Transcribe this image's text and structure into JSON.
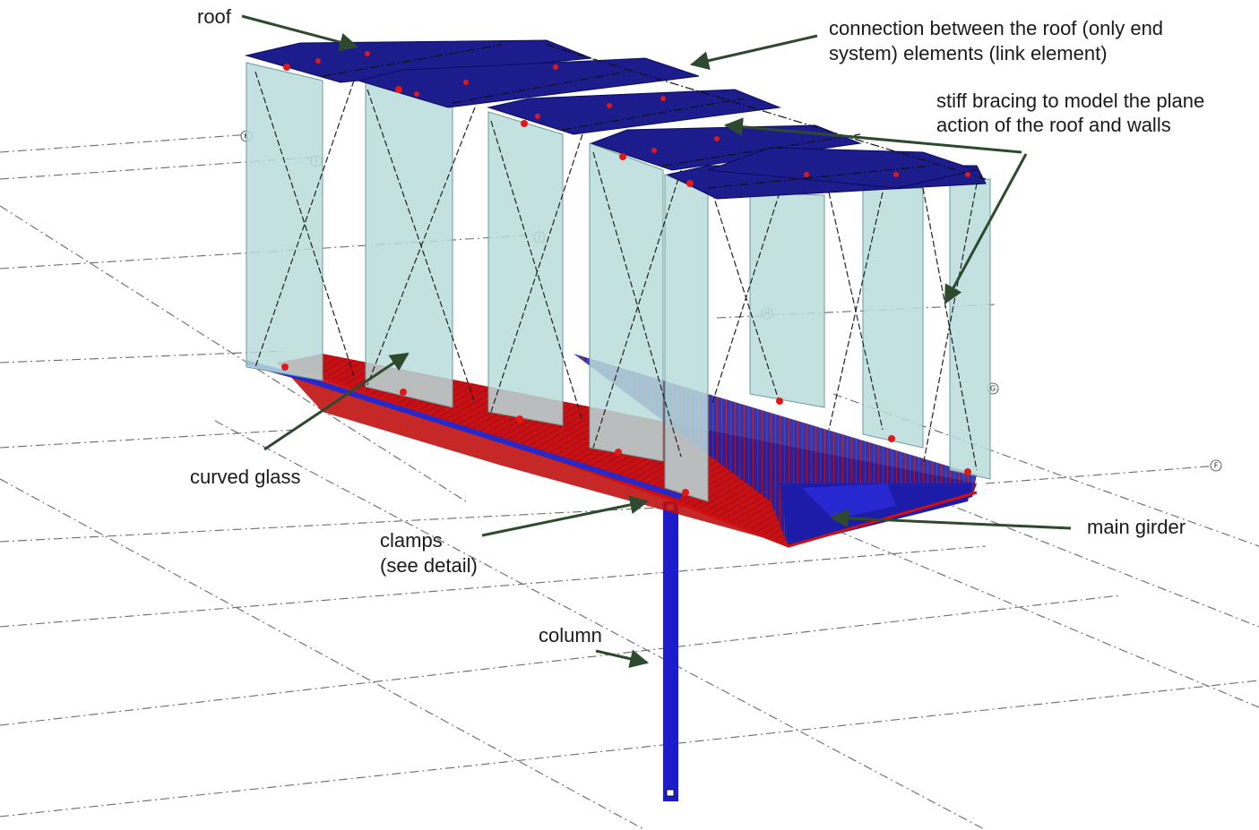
{
  "labels": {
    "roof": "roof",
    "connection_line1": "connection between the roof (only end",
    "connection_line2": "system) elements (link element)",
    "bracing_line1": "stiff bracing to model the plane",
    "bracing_line2": "action of the roof and walls",
    "curved_glass": "curved glass",
    "clamps_line1": "clamps",
    "clamps_line2": "(see detail)",
    "main_girder": "main girder",
    "column": "column"
  },
  "grid_tags": {
    "k": "K",
    "j": "J",
    "i": "I",
    "h": "H",
    "g": "G",
    "f": "F"
  },
  "colors": {
    "roof_blue": "#1c1c8c",
    "wall_glass": "#b8dcdc",
    "girder_red": "#d41414",
    "girder_blue": "#1c1ca0",
    "column_blue": "#1c1cc8",
    "arrow_green": "#2e4a2e",
    "grid_line": "#666666"
  }
}
